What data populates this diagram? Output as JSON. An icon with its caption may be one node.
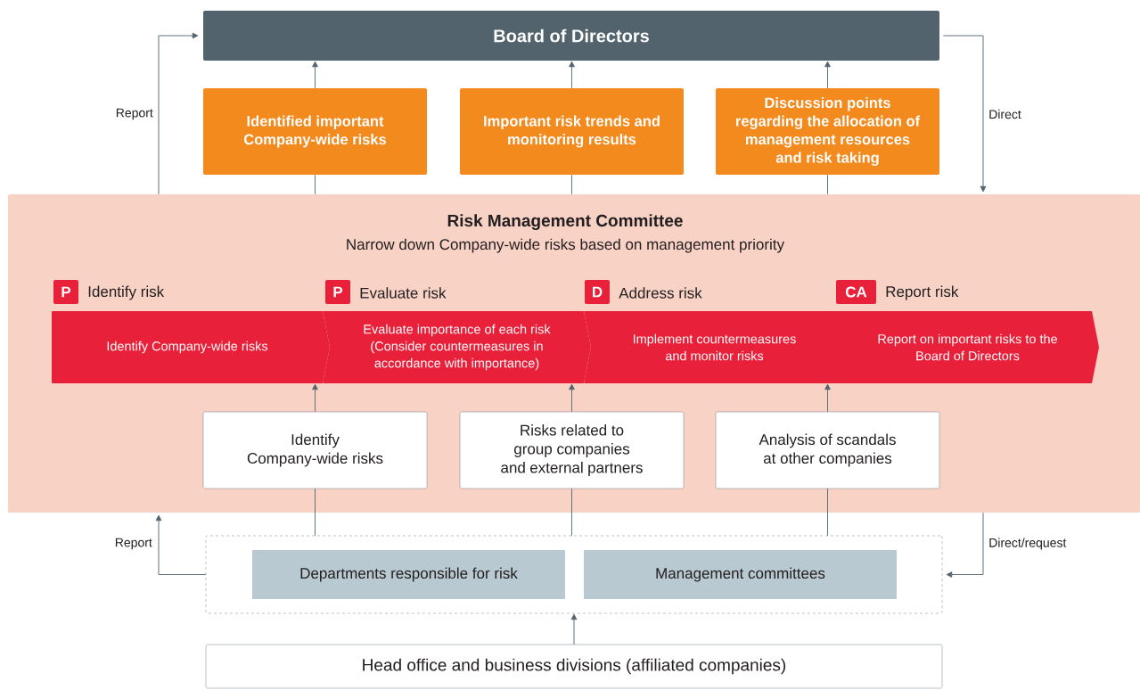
{
  "diagram": {
    "nodes": [
      {
        "text": [
          "Board of Directors"
        ]
      },
      {
        "text": [
          "Identified important Company-wide risks"
        ]
      },
      {
        "text": [
          "Important risk trends and monitoring results"
        ]
      },
      {
        "text": [
          "Discussion points regarding the allocation of management resources and risk taking"
        ]
      },
      {
        "text": [
          "Risk Management Committee",
          "Narrow down Company-wide risks based on management priority"
        ]
      },
      {
        "text": [
          "P"
        ],
        "beside": [
          "Identify risk"
        ],
        "in": 4
      },
      {
        "text": [
          "Identify Company-wide risks"
        ],
        "in": 4
      },
      {
        "text": [
          "P"
        ],
        "beside": [
          "Evaluate risk"
        ],
        "in": 4
      },
      {
        "text": [
          "Evaluate importance of each risk (Consider countermeasures in accordance with importance)"
        ],
        "in": 4
      },
      {
        "text": [
          "D"
        ],
        "beside": [
          "Address risk"
        ],
        "in": 4
      },
      {
        "text": [
          "Implement countermeasures and monitor risks"
        ],
        "in": 4
      },
      {
        "text": [
          "CA"
        ],
        "beside": [
          "Report risk"
        ],
        "in": 4
      },
      {
        "text": [
          "Report on important risks to the Board of Directors"
        ],
        "in": 4
      },
      {
        "text": [
          "Identify Company-wide risks"
        ],
        "in": 4
      },
      {
        "text": [
          "Risks related to group companies and external partners"
        ],
        "in": 4
      },
      {
        "text": [
          "Analysis of scandals at other companies"
        ],
        "in": 4
      },
      {
        "text": [],
        "shape": "box"
      },
      {
        "text": [
          "Departments responsible for risk"
        ],
        "in": 16
      },
      {
        "text": [
          "Management committees"
        ],
        "in": 16
      },
      {
        "text": [
          "Head office and business divisions (affiliated companies)"
        ]
      }
    ],
    "edges": [
      {
        "from": 4,
        "to": 1,
        "arrow": "none"
      },
      {
        "from": 1,
        "to": 0,
        "arrow": "to"
      },
      {
        "from": 4,
        "to": 2,
        "arrow": "none"
      },
      {
        "from": 2,
        "to": 0,
        "arrow": "to"
      },
      {
        "from": 4,
        "to": 3,
        "arrow": "none"
      },
      {
        "from": 3,
        "to": 0,
        "arrow": "to"
      },
      {
        "from": 4,
        "to": 0,
        "arrow": "to",
        "label": "Report"
      },
      {
        "from": 0,
        "to": 4,
        "arrow": "to",
        "label": "Direct"
      },
      {
        "from": 13,
        "to": 6,
        "arrow": "to"
      },
      {
        "from": 14,
        "to": 8,
        "arrow": "to"
      },
      {
        "from": 15,
        "to": 10,
        "arrow": "to"
      },
      {
        "from": 16,
        "to": 13,
        "arrow": "none"
      },
      {
        "from": 16,
        "to": 14,
        "arrow": "none"
      },
      {
        "from": 16,
        "to": 15,
        "arrow": "none"
      },
      {
        "from": 16,
        "to": 4,
        "arrow": "to",
        "label": "Report"
      },
      {
        "from": 4,
        "to": 16,
        "arrow": "to",
        "label": "Direct/request"
      },
      {
        "from": 19,
        "to": 16,
        "arrow": "to"
      }
    ]
  }
}
